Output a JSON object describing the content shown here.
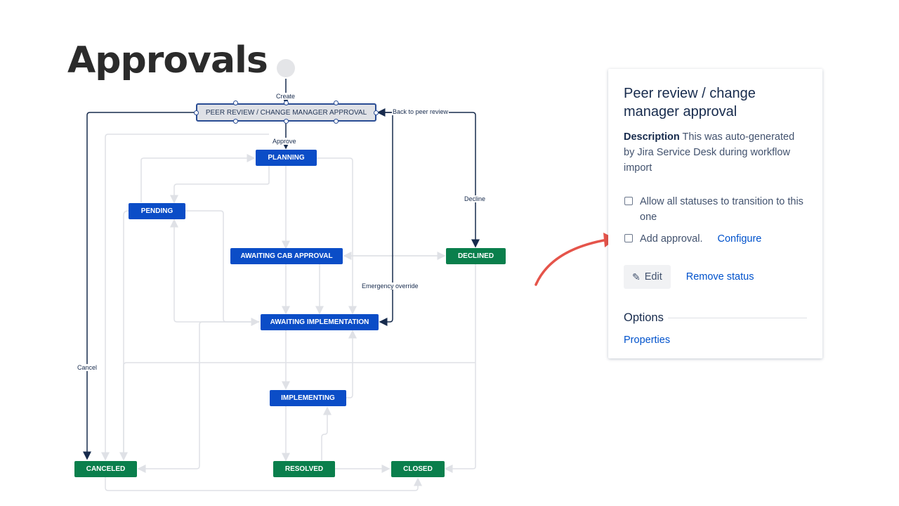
{
  "slide": {
    "title": "Approvals"
  },
  "diagram": {
    "nodes": {
      "peer_review": "PEER REVIEW / CHANGE MANAGER APPROVAL",
      "planning": "PLANNING",
      "pending": "PENDING",
      "awaiting_cab": "AWAITING CAB APPROVAL",
      "declined": "DECLINED",
      "awaiting_impl": "AWAITING IMPLEMENTATION",
      "implementing": "IMPLEMENTING",
      "canceled": "CANCELED",
      "resolved": "RESOLVED",
      "closed": "CLOSED"
    },
    "labels": {
      "create": "Create",
      "approve": "Approve",
      "back_to_peer_review": "Back to peer review",
      "decline": "Decline",
      "emergency_override": "Emergency override",
      "cancel": "Cancel"
    },
    "colors": {
      "status_blue": "#0b4dc7",
      "status_green": "#0a7f4c",
      "selected_border": "#2a4d94",
      "edge_dark": "#172b4d",
      "edge_light": "#dfe1e6"
    }
  },
  "panel": {
    "title": "Peer review / change manager approval",
    "description_label": "Description",
    "description_text": "This was auto-generated by Jira Service Desk during workflow import",
    "allow_all_label": "Allow all statuses to transition to this one",
    "add_approval_label": "Add approval.",
    "configure_link": "Configure",
    "edit_label": "Edit",
    "edit_icon": "pencil-icon",
    "remove_status_link": "Remove status",
    "options_heading": "Options",
    "properties_link": "Properties"
  },
  "callout": {
    "color": "#e5544a",
    "icon": "curved-arrow"
  }
}
